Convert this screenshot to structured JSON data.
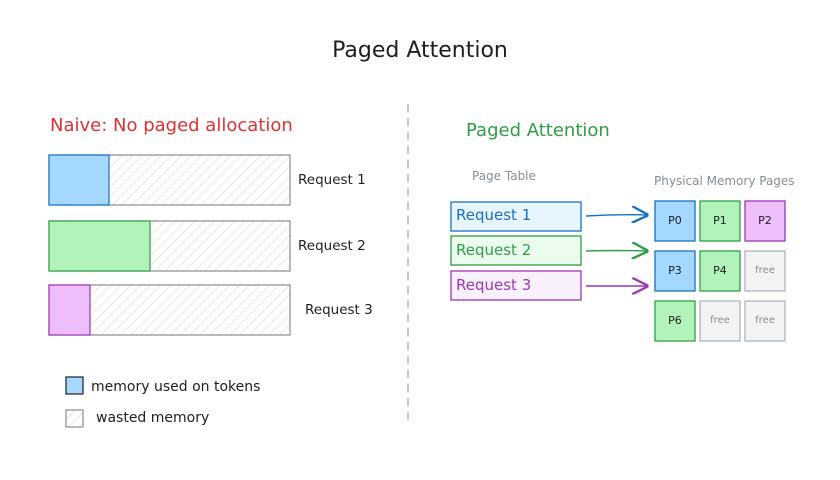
{
  "title": "Paged Attention",
  "naive": {
    "heading": "Naive: No paged allocation",
    "requests": [
      {
        "label": "Request 1",
        "used_fraction": 0.25,
        "color": "#a5d8ff",
        "stroke": "#1971c2"
      },
      {
        "label": "Request 2",
        "used_fraction": 0.42,
        "color": "#b2f2bb",
        "stroke": "#2f9e44"
      },
      {
        "label": "Request 3",
        "used_fraction": 0.17,
        "color": "#eebefa",
        "stroke": "#9c36b5"
      }
    ]
  },
  "paged": {
    "heading": "Paged Attention",
    "page_table_label": "Page Table",
    "physical_label": "Physical Memory Pages",
    "requests": [
      {
        "label": "Request 1",
        "color": "#1971c2",
        "fill": "#e7f5ff"
      },
      {
        "label": "Request 2",
        "color": "#2f9e44",
        "fill": "#ebfbee"
      },
      {
        "label": "Request 3",
        "color": "#9c36b5",
        "fill": "#f8f0fc"
      }
    ],
    "pages": [
      {
        "label": "P0",
        "owner": "request-1",
        "fill": "#a5d8ff",
        "stroke": "#1971c2"
      },
      {
        "label": "P1",
        "owner": "request-2",
        "fill": "#b2f2bb",
        "stroke": "#2f9e44"
      },
      {
        "label": "P2",
        "owner": "request-3",
        "fill": "#eebefa",
        "stroke": "#9c36b5"
      },
      {
        "label": "P3",
        "owner": "request-1",
        "fill": "#a5d8ff",
        "stroke": "#1971c2"
      },
      {
        "label": "P4",
        "owner": "request-2",
        "fill": "#b2f2bb",
        "stroke": "#2f9e44"
      },
      {
        "label": "free",
        "owner": "none",
        "fill": "#f1f3f5",
        "stroke": "#adb5bd"
      },
      {
        "label": "P6",
        "owner": "request-2",
        "fill": "#b2f2bb",
        "stroke": "#2f9e44"
      },
      {
        "label": "free",
        "owner": "none",
        "fill": "#f1f3f5",
        "stroke": "#adb5bd"
      },
      {
        "label": "free",
        "owner": "none",
        "fill": "#f1f3f5",
        "stroke": "#adb5bd"
      }
    ]
  },
  "legend": {
    "used": "memory used on tokens",
    "wasted": "wasted memory",
    "used_color": "#a5d8ff",
    "wasted_color": "#f1f3f5"
  }
}
